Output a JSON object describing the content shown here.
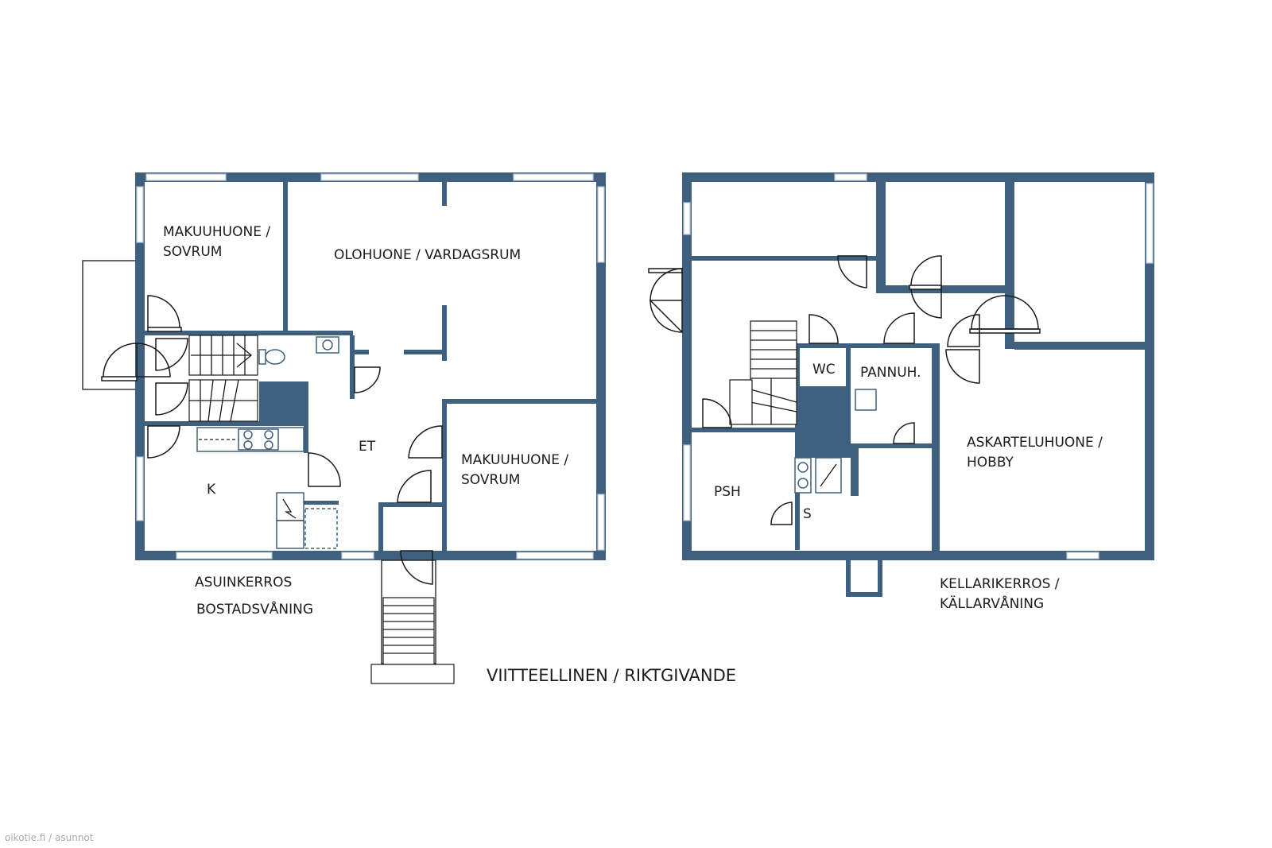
{
  "colors": {
    "wall": "#3f607e",
    "window": "#b9c6d1",
    "background": "#ffffff"
  },
  "ground_floor": {
    "rooms": {
      "bedroom_1_line1": "MAKUUHUONE /",
      "bedroom_1_line2": "SOVRUM",
      "living": "OLOHUONE / VARDAGSRUM",
      "entry": "ET",
      "kitchen": "K",
      "bedroom_2_line1": "MAKUUHUONE /",
      "bedroom_2_line2": "SOVRUM"
    },
    "label_line1": "ASUINKERROS",
    "label_line2": "BOSTADSVÅNING"
  },
  "basement": {
    "rooms": {
      "wc": "WC",
      "boiler": "PANNUH.",
      "hobby_line1": "ASKARTELUHUONE /",
      "hobby_line2": "HOBBY",
      "wash": "PSH",
      "sauna": "S"
    },
    "label_line1": "KELLARIKERROS /",
    "label_line2": "KÄLLARVÅNING"
  },
  "note": "VIITTEELLINEN / RIKTGIVANDE",
  "watermark": "oikotie.fi / asunnot"
}
